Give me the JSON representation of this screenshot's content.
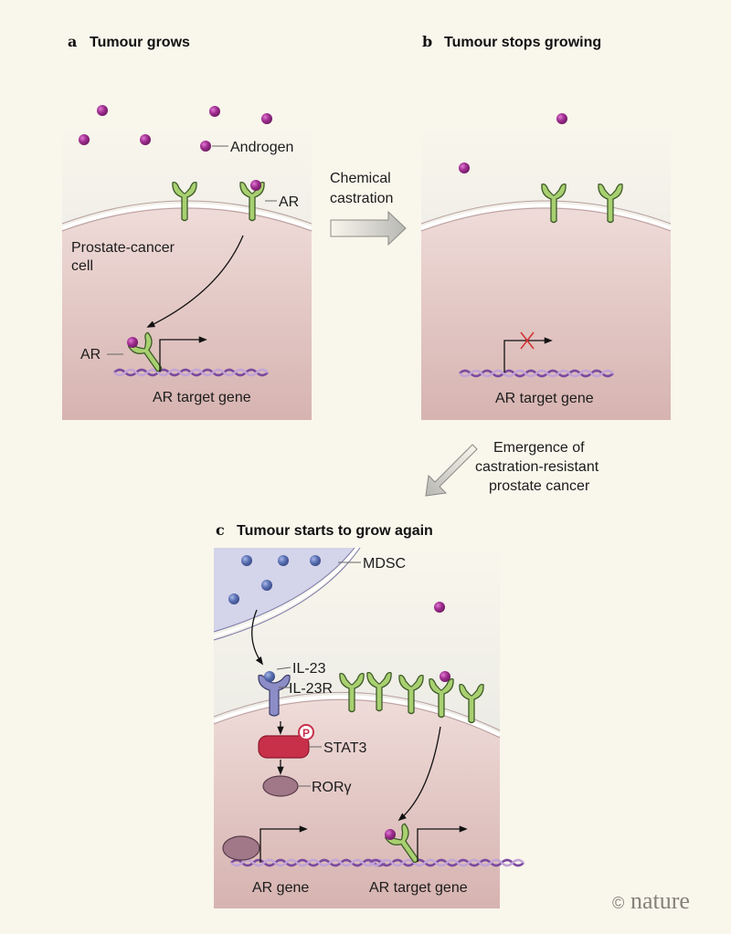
{
  "panels": {
    "a": {
      "letter": "a",
      "title": "Tumour grows",
      "androgen_label": "Androgen",
      "receptor_label": "AR",
      "cell_label_line1": "Prostate-cancer",
      "cell_label_line2": "cell",
      "bound_ar_label": "AR",
      "gene_label": "AR target gene"
    },
    "b": {
      "letter": "b",
      "title": "Tumour stops growing",
      "gene_label": "AR target gene",
      "transcription_blocked": true
    },
    "c": {
      "letter": "c",
      "title": "Tumour starts to grow again",
      "mdsc_label": "MDSC",
      "il23_label": "IL-23",
      "il23r_label": "IL-23R",
      "phospho_label": "P",
      "stat3_label": "STAT3",
      "rorg_label": "RORγ",
      "ar_gene_label": "AR gene",
      "target_gene_label": "AR target gene"
    }
  },
  "transitions": {
    "a_to_b": {
      "line1": "Chemical",
      "line2": "castration"
    },
    "b_to_c": {
      "line1": "Emergence of",
      "line2": "castration-resistant",
      "line3": "prostate cancer"
    }
  },
  "credit": {
    "symbol": "©",
    "text": "nature"
  },
  "colors": {
    "background": "#f9f6ec",
    "androgen": "#9c2a8c",
    "receptor": "#9ccc6a",
    "mdsc_cell": "#5a6fb0",
    "il23r": "#8c8cc6",
    "stat3": "#c8304a",
    "rorg": "#a07888",
    "cell_interior": "#e8d0cc",
    "dna": "#7a4aa0",
    "blocked": "#d03030"
  }
}
